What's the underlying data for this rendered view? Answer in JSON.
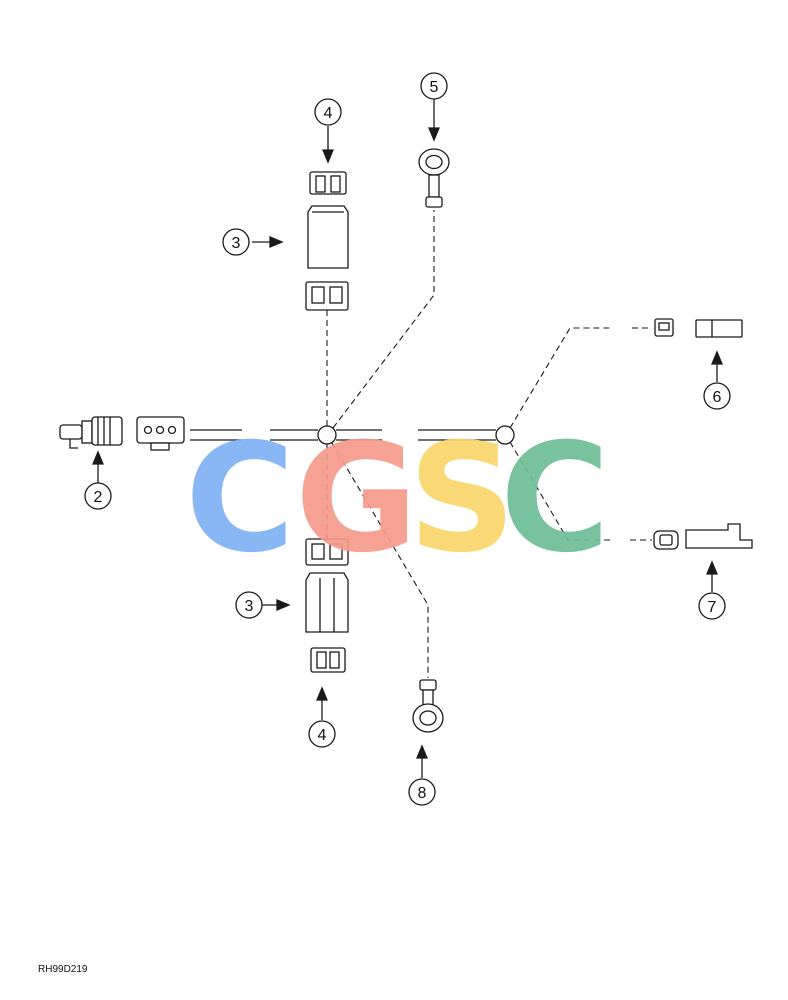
{
  "figure_code": "RH99D219",
  "callouts": [
    "2",
    "3",
    "3",
    "4",
    "4",
    "5",
    "6",
    "7",
    "8"
  ],
  "watermark": {
    "letters": [
      "C",
      "G",
      "S",
      "C"
    ],
    "colors": [
      "#7fb0f5",
      "#f59a8c",
      "#f8d66a",
      "#6dbd96"
    ]
  },
  "colors": {
    "line": "#1a1a1a",
    "background": "#ffffff"
  }
}
